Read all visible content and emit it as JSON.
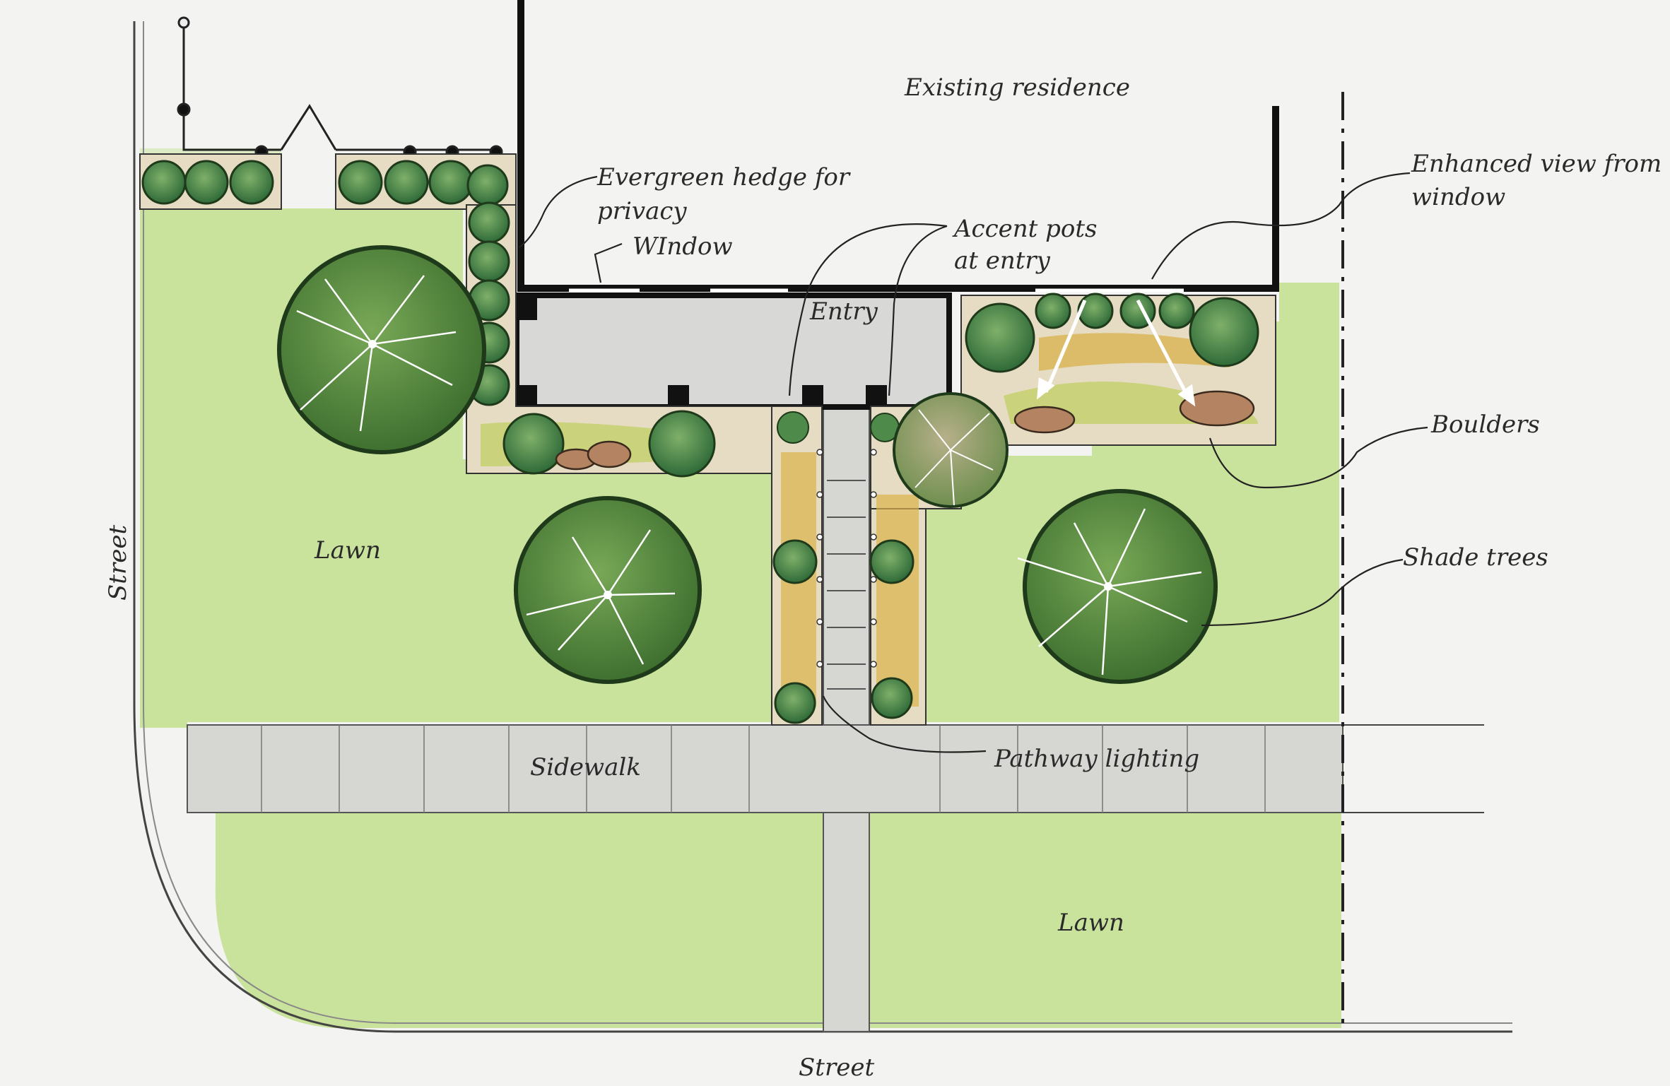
{
  "labels": {
    "existing_residence": "Existing residence",
    "evergreen_hedge_line1": "Evergreen hedge for",
    "evergreen_hedge_line2": "privacy",
    "window": "WIndow",
    "accent_pots_line1": "Accent pots",
    "accent_pots_line2": "at entry",
    "enhanced_view_line1": "Enhanced view from",
    "enhanced_view_line2": "window",
    "entry": "Entry",
    "boulders": "Boulders",
    "shade_trees": "Shade trees",
    "lawn_left": "Lawn",
    "lawn_bottom": "Lawn",
    "sidewalk": "Sidewalk",
    "pathway_lighting": "Pathway lighting",
    "street_left": "Street",
    "street_bottom": "Street"
  },
  "colors": {
    "lawn": "#c9e39c",
    "tree_canopy": "#5f9244",
    "shrub": "#4e8a4a",
    "paving": "#d6d7d3",
    "bed_soil": "#e6dcc4",
    "boulder": "#b48462",
    "grass_accent": "#d8b24a"
  }
}
